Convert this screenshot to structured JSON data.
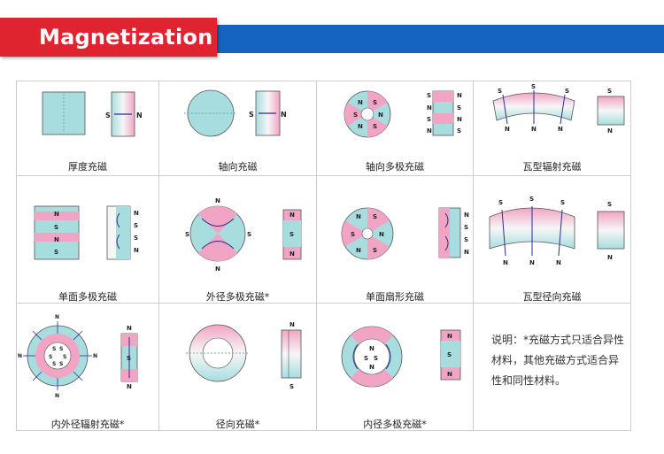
{
  "header": {
    "title": "Magnetization"
  },
  "cells": [
    {
      "caption": "厚度充磁"
    },
    {
      "caption": "轴向充磁"
    },
    {
      "caption": "轴向多极充磁"
    },
    {
      "caption": "瓦型辐射充磁"
    },
    {
      "caption": "单面多极充磁"
    },
    {
      "caption": "外径多极充磁*"
    },
    {
      "caption": "单面扇形充磁"
    },
    {
      "caption": "瓦型径向充磁"
    },
    {
      "caption": "内外径辐射充磁*"
    },
    {
      "caption": "径向充磁*"
    },
    {
      "caption": "内径多极充磁*"
    }
  ],
  "note": "说明：*充磁方式只适合异性材料，其他充磁方式适合异性和同性材料。",
  "pole_labels": {
    "north": "N",
    "south": "S"
  },
  "colors": {
    "header_red": "#e0242f",
    "header_blue": "#1565c0",
    "pink": "#f2a4c4",
    "cyan": "#9fd8dc",
    "arrow": "#2b2f8f"
  }
}
